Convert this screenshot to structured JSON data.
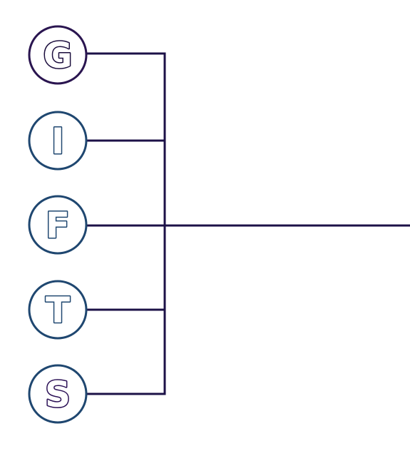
{
  "diagram": {
    "nodes": [
      {
        "letter": "G",
        "ring_color": "#2a1550",
        "letter_color": "#1b0d3d"
      },
      {
        "letter": "I",
        "ring_color": "#1f4770",
        "letter_color": "#1f4770"
      },
      {
        "letter": "F",
        "ring_color": "#1f4770",
        "letter_color": "#1f4770"
      },
      {
        "letter": "T",
        "ring_color": "#1f4770",
        "letter_color": "#1f4770"
      },
      {
        "letter": "S",
        "ring_color": "#1f4770",
        "letter_color": "#2a0f55"
      }
    ],
    "line_color": "#1c1147"
  }
}
